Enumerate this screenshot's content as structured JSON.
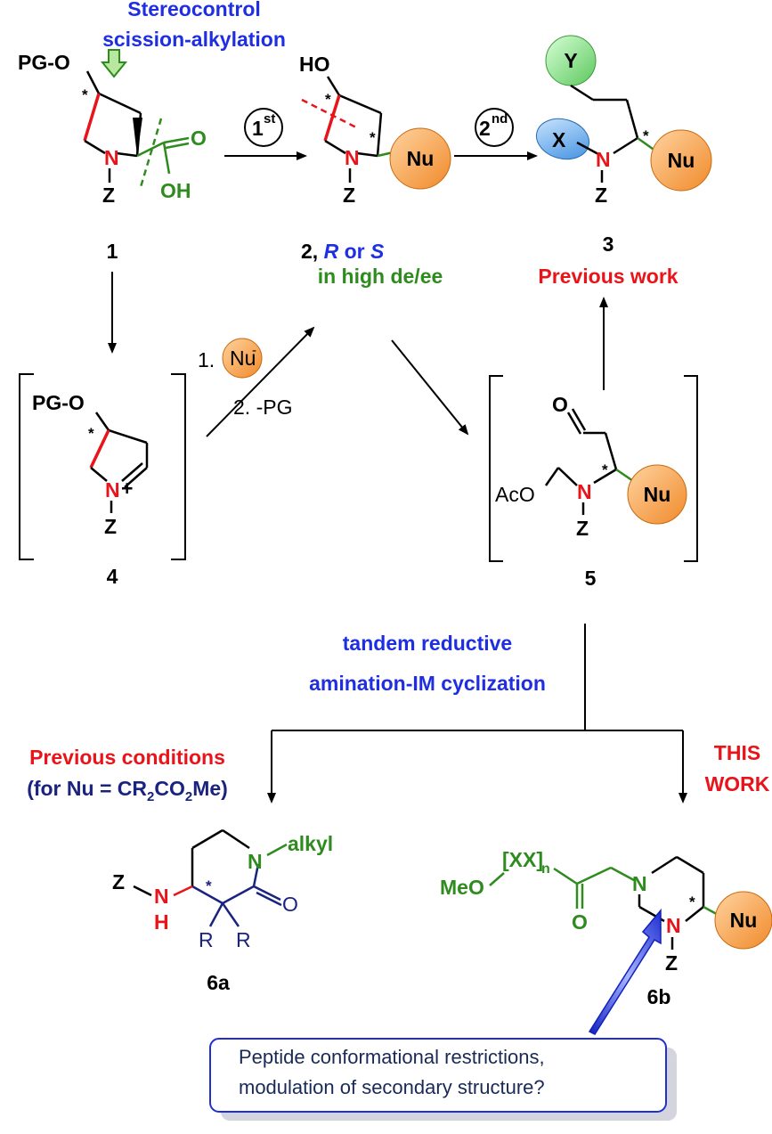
{
  "colors": {
    "red": "#e8141a",
    "green": "#2e8b1e",
    "blue": "#1f2ee0",
    "navy": "#1a2380",
    "nu_orange": "#f5a04a",
    "y_green": "#8fe08f",
    "x_blue": "#7ab8f0",
    "box_border": "#2030d0"
  },
  "top": {
    "stereocontrol_line1": "Stereocontrol",
    "stereocontrol_line2": "scission-alkylation"
  },
  "compound1": {
    "pg_o": "PG-O",
    "n": "N",
    "z": "Z",
    "o": "O",
    "oh": "OH",
    "star": "*",
    "label": "1"
  },
  "step1": {
    "text": "1",
    "sup": "st"
  },
  "compound2": {
    "ho": "HO",
    "n": "N",
    "z": "Z",
    "nu": "Nu",
    "star": "*",
    "label_prefix": "2, ",
    "label_r": "R",
    "label_or": " or ",
    "label_s": "S",
    "sublabel": "in high de/ee"
  },
  "step2": {
    "text": "2",
    "sup": "nd"
  },
  "compound3": {
    "y": "Y",
    "x": "X",
    "n": "N",
    "z": "Z",
    "nu": "Nu",
    "star": "*",
    "label": "3",
    "sublabel": "Previous work"
  },
  "compound4": {
    "pg_o": "PG-O",
    "n": "N",
    "plus": "+",
    "z": "Z",
    "star": "*",
    "label": "4"
  },
  "conditions": {
    "step_1": "1.",
    "nu_minus": "Nu",
    "minus": "-",
    "step_2": "2. -PG"
  },
  "compound5": {
    "o": "O",
    "aco": "AcO",
    "n": "N",
    "z": "Z",
    "nu": "Nu",
    "star": "*",
    "label": "5"
  },
  "tandem": {
    "line1": "tandem reductive",
    "line2": "amination-IM cyclization"
  },
  "previous_conditions": {
    "line1": "Previous conditions",
    "line2_a": "(for Nu = CR",
    "line2_sub1": "2",
    "line2_b": "CO",
    "line2_sub2": "2",
    "line2_c": "Me)"
  },
  "this_work": {
    "line1": "THIS",
    "line2": "WORK"
  },
  "compound6a": {
    "n": "N",
    "alkyl": "alkyl",
    "z": "Z",
    "nh_n": "N",
    "nh_h": "H",
    "o": "O",
    "r1": "R",
    "r2": "R",
    "star": "*",
    "label": "6a"
  },
  "compound6b": {
    "meo": "MeO",
    "xx": "[XX]",
    "n_sub": "n",
    "o": "O",
    "n_top": "N",
    "n_bot": "N",
    "z": "Z",
    "nu": "Nu",
    "star": "*",
    "label": "6b"
  },
  "note": {
    "line1": "Peptide conformational restrictions,",
    "line2": "modulation of secondary structure?"
  }
}
